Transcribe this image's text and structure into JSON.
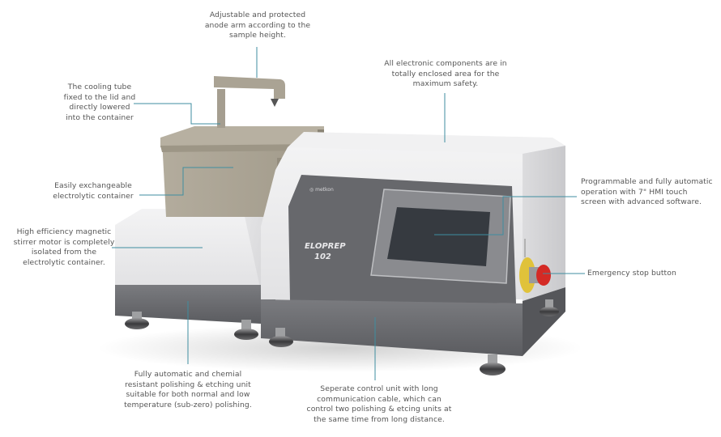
{
  "product": {
    "brand": "metkon",
    "model_line1": "ELOPREP",
    "model_line2": "102"
  },
  "callouts": {
    "anode_arm": [
      "Adjustable and protected",
      "anode arm according to the",
      "sample height."
    ],
    "cooling_tube": [
      "The cooling tube",
      "fixed to the lid and",
      "directly lowered",
      "into the container"
    ],
    "electronics": [
      "All electronic components are in",
      "totally enclosed area for the",
      "maximum safety."
    ],
    "container": [
      "Easily exchangeable",
      "electrolytic container"
    ],
    "stirrer": [
      "High efficiency magnetic",
      "stirrer motor is completely",
      "isolated from the",
      "electrolytic container."
    ],
    "hmi": [
      "Programmable and fully automatic",
      "operation with 7\" HMI touch",
      "screen with advanced software."
    ],
    "estop": [
      "Emergency stop button"
    ],
    "polishing_unit": [
      "Fully automatic and chemial",
      "resistant polishing & etching unit",
      "suitable for both normal and low",
      "temperature (sub-zero) polishing."
    ],
    "control_unit": [
      "Seperate control unit with long",
      "communication cable, which can",
      "control two polishing & etcing units at",
      "the same time from long distance."
    ]
  },
  "colors": {
    "leader_line": "#3f8ea0",
    "text": "#555555",
    "body_white": "#ececee",
    "body_grey": "#6b6c70",
    "panel_dark": "#5d5e62",
    "screen": "#363a40",
    "container_beige": "#aca596",
    "estop_red": "#d42a25",
    "estop_yellow": "#e0c23a"
  }
}
